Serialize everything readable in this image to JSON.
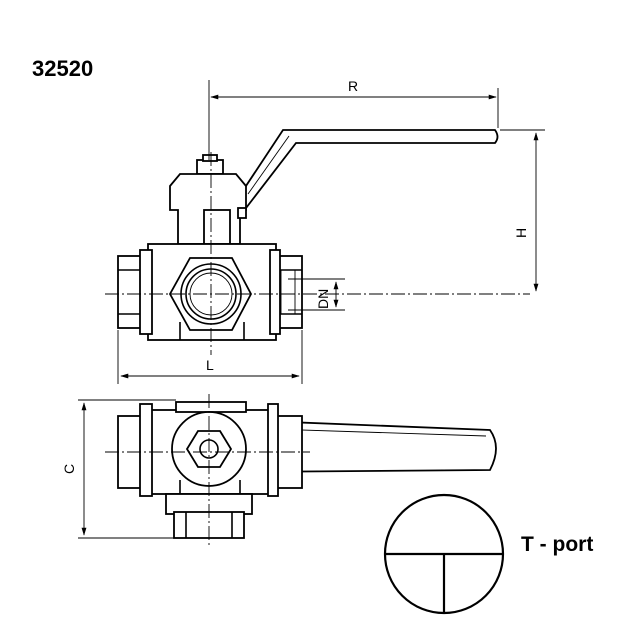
{
  "product_code": "32520",
  "port_type_label": "T - port",
  "dimensions": {
    "handle_length": "R",
    "height": "H",
    "length": "L",
    "nominal_diameter": "DN",
    "width": "C"
  }
}
